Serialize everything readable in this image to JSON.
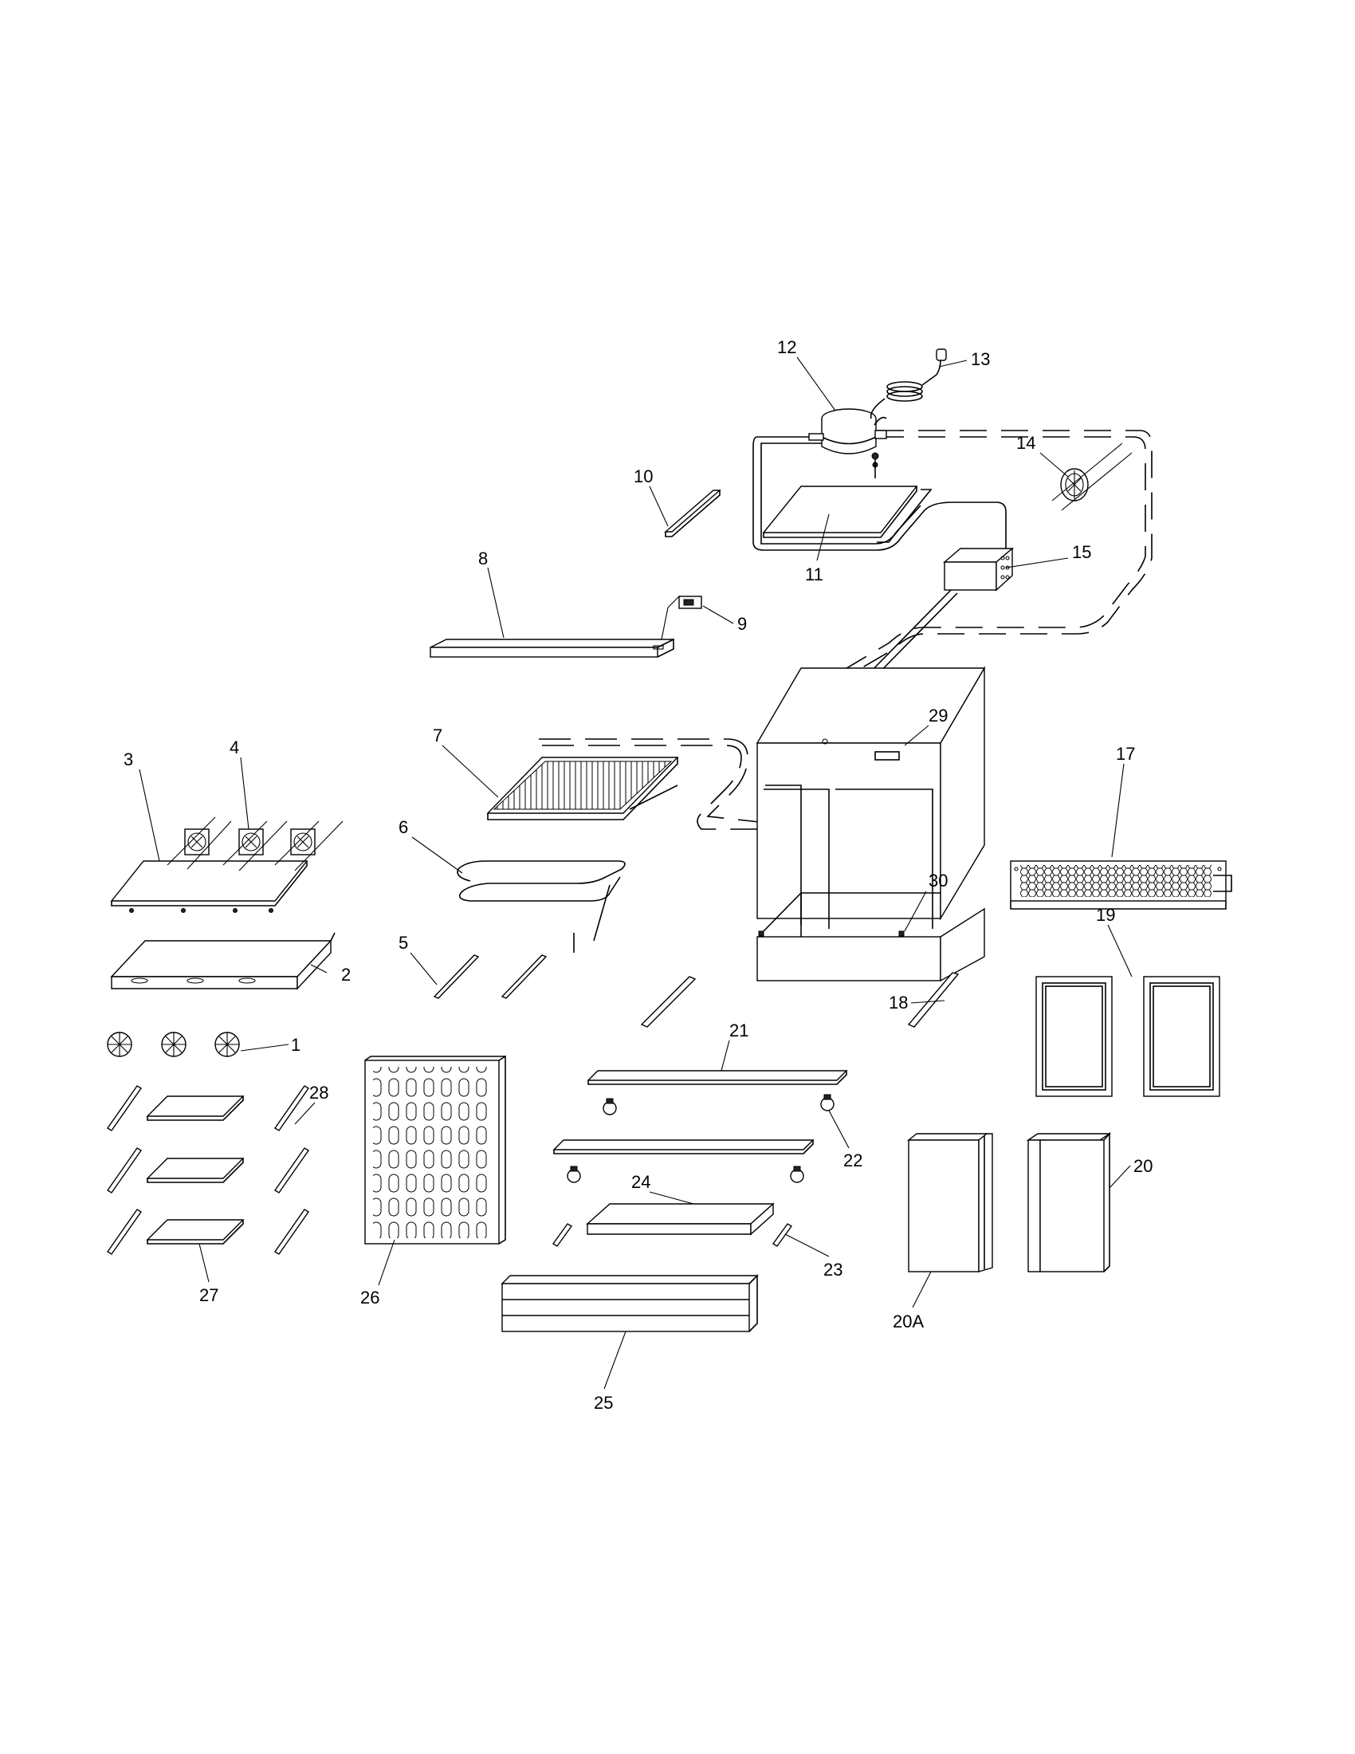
{
  "diagram": {
    "labels": [
      "1",
      "2",
      "3",
      "4",
      "5",
      "6",
      "7",
      "8",
      "9",
      "10",
      "11",
      "12",
      "13",
      "14",
      "15",
      "17",
      "18",
      "19",
      "20",
      "20A",
      "21",
      "22",
      "23",
      "24",
      "25",
      "26",
      "27",
      "28",
      "29",
      "30"
    ]
  }
}
